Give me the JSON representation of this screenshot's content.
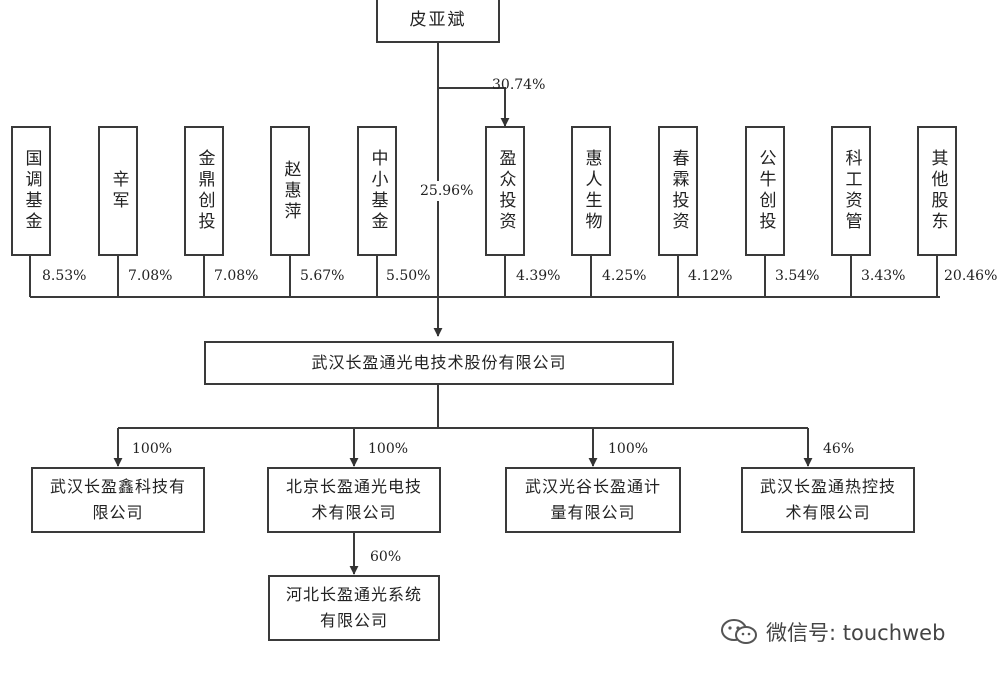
{
  "top": {
    "name": "皮亚斌"
  },
  "top_to_yingzhong_pct": "30.74%",
  "top_direct_pct": "25.96%",
  "shareholders": [
    {
      "name": "国调基金",
      "pct": "8.53%"
    },
    {
      "name": "辛军",
      "pct": "7.08%"
    },
    {
      "name": "金鼎创投",
      "pct": "7.08%"
    },
    {
      "name": "赵惠萍",
      "pct": "5.67%"
    },
    {
      "name": "中小基金",
      "pct": "5.50%"
    },
    {
      "name": "盈众投资",
      "pct": "4.39%"
    },
    {
      "name": "惠人生物",
      "pct": "4.25%"
    },
    {
      "name": "春霖投资",
      "pct": "4.12%"
    },
    {
      "name": "公牛创投",
      "pct": "3.54%"
    },
    {
      "name": "科工资管",
      "pct": "3.43%"
    },
    {
      "name": "其他股东",
      "pct": "20.46%"
    }
  ],
  "company": {
    "name": "武汉长盈通光电技术股份有限公司"
  },
  "subsidiaries": [
    {
      "line1": "武汉长盈鑫科技有",
      "line2": "限公司",
      "pct": "100%"
    },
    {
      "line1": "北京长盈通光电技",
      "line2": "术有限公司",
      "pct": "100%"
    },
    {
      "line1": "武汉光谷长盈通计",
      "line2": "量有限公司",
      "pct": "100%"
    },
    {
      "line1": "武汉长盈通热控技",
      "line2": "术有限公司",
      "pct": "46%"
    }
  ],
  "sub_sub": {
    "line1": "河北长盈通光系统",
    "line2": "有限公司",
    "pct": "60%"
  },
  "watermark": {
    "text": "微信号: touchweb",
    "icon": "wechat-icon"
  }
}
